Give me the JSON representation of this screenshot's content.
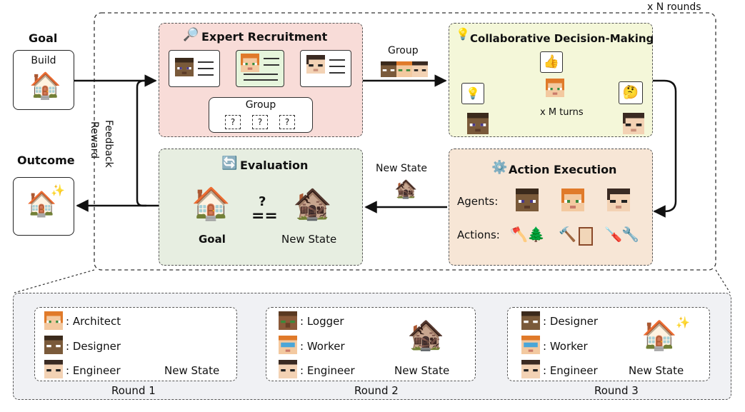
{
  "goal": {
    "label": "Goal",
    "build": "Build",
    "icon": "house-icon"
  },
  "outcome": {
    "label": "Outcome",
    "icon": "sparkling-house-icon"
  },
  "rounds_label": "x N rounds",
  "feedback": {
    "line1": "Reward",
    "line2": "Feedback"
  },
  "expert_recruitment": {
    "title": "Expert Recruitment",
    "icon": "magnifier-icon",
    "group_label": "Group",
    "unknown_mark": "?",
    "colors": {
      "bg": "#f8dcd8"
    }
  },
  "group_transfer_label": "Group",
  "collab": {
    "title": "Collaborative Decision-Making",
    "icon": "lightbulb-icon",
    "turns_label": "x M turns",
    "colors": {
      "bg": "#f4f7d9"
    }
  },
  "action_execution": {
    "title": "Action Execution",
    "icon": "gear-icon",
    "agents_label": "Agents:",
    "actions_label": "Actions:",
    "colors": {
      "bg": "#f7e6d6"
    }
  },
  "new_state_transfer_label": "New State",
  "evaluation": {
    "title": "Evaluation",
    "icon": "refresh-icon",
    "goal_label": "Goal",
    "new_state_label": "New State",
    "compare_mark": "?",
    "equals": "==",
    "colors": {
      "bg": "#e7eee1"
    }
  },
  "rounds": [
    {
      "title": "Round 1",
      "roles": [
        ": Architect",
        ": Designer",
        ": Engineer"
      ],
      "state_label": "New State"
    },
    {
      "title": "Round 2",
      "roles": [
        ": Logger",
        ": Worker",
        ": Engineer"
      ],
      "state_label": "New State"
    },
    {
      "title": "Round 3",
      "roles": [
        ": Designer",
        ": Worker",
        ": Engineer"
      ],
      "state_label": "New State"
    }
  ],
  "colors": {
    "round_bg": "#f0f1f4",
    "arrow": "#111111"
  }
}
